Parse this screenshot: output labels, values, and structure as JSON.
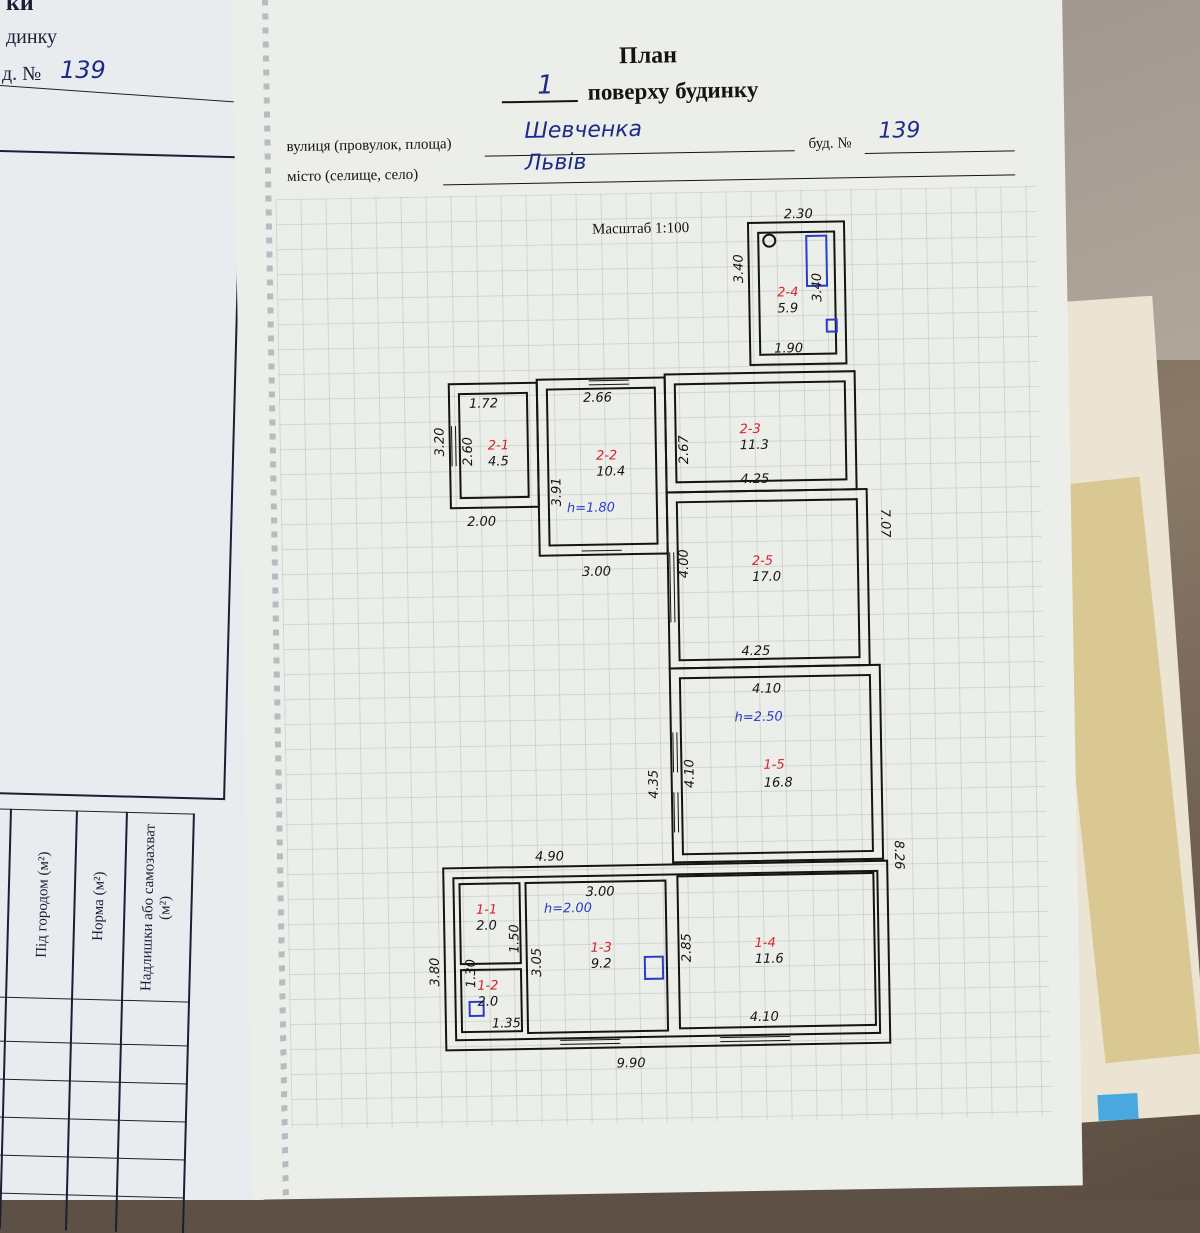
{
  "left_page": {
    "title": "ки",
    "subtitle": "динку",
    "number_label": "д. №",
    "number_value": "139",
    "table_headers": [
      "Під городом (м²)",
      "Норма (м²)",
      "Надлишки або самозахват (м²)"
    ]
  },
  "plan_page": {
    "title": "План",
    "floor_number": "1",
    "subtitle": "поверху будинку",
    "street_label": "вулиця (провулок, площа)",
    "street_value": "Шевченка",
    "building_label": "буд. №",
    "building_value": "139",
    "city_label": "місто (селище, село)",
    "city_value": "Львів",
    "scale": "Масштаб 1:100"
  },
  "rooms": [
    {
      "id": "2-4",
      "area": "5.9"
    },
    {
      "id": "2-1",
      "area": "4.5"
    },
    {
      "id": "2-2",
      "area": "10.4"
    },
    {
      "id": "2-3",
      "area": "11.3"
    },
    {
      "id": "2-5",
      "area": "17.0"
    },
    {
      "id": "1-5",
      "area": "16.8"
    },
    {
      "id": "1-1",
      "area": "2.0"
    },
    {
      "id": "1-2",
      "area": "2.0"
    },
    {
      "id": "1-3",
      "area": "9.2"
    },
    {
      "id": "1-4",
      "area": "11.6"
    }
  ],
  "heights": [
    "h=1.80",
    "h=2.50",
    "h=2.00"
  ],
  "dimensions": {
    "d_230": "2.30",
    "d_340": "3.40",
    "d_340b": "3.40",
    "d_190": "1.90",
    "d_172": "1.72",
    "d_266": "2.66",
    "d_320": "3.20",
    "d_260": "2.60",
    "d_200": "2.00",
    "d_391": "3.91",
    "d_267": "2.67",
    "d_425a": "4.25",
    "d_707": "7.07",
    "d_300a": "3.00",
    "d_400": "4.00",
    "d_425b": "4.25",
    "d_410a": "4.10",
    "d_435": "4.35",
    "d_410b": "4.10",
    "d_826": "8.26",
    "d_490": "4.90",
    "d_300b": "3.00",
    "d_150": "1.50",
    "d_305": "3.05",
    "d_285": "2.85",
    "d_380": "3.80",
    "d_130": "1.30",
    "d_135": "1.35",
    "d_410c": "4.10",
    "d_990": "9.90"
  }
}
